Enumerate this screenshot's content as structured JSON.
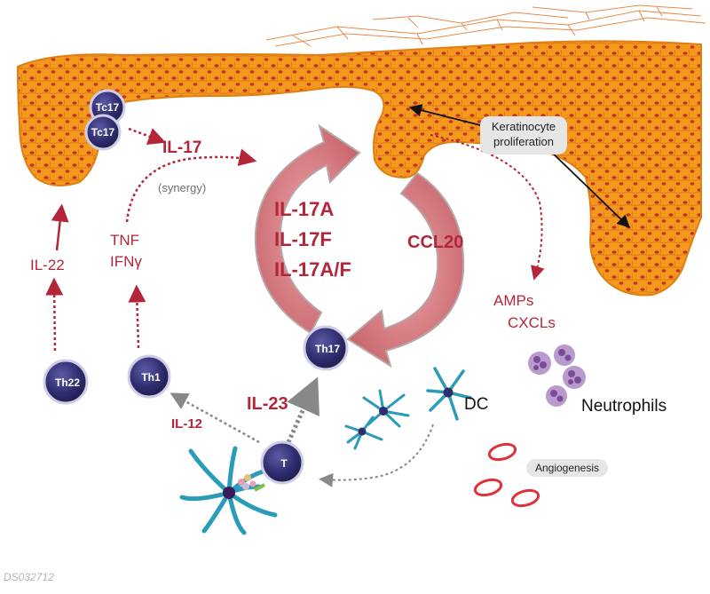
{
  "labels": {
    "il17_main": "IL-17",
    "synergy": "(synergy)",
    "il17a": "IL-17A",
    "il17f": "IL-17F",
    "il17af": "IL-17A/F",
    "ccl20": "CCL20",
    "tnf": "TNF",
    "ifng": "IFNγ",
    "il22": "IL-22",
    "il12": "IL-12",
    "il23": "IL-23",
    "amps": "AMPs",
    "cxcls": "CXCLs",
    "dc": "DC",
    "neutrophils": "Neutrophils",
    "keratinocyte_line1": "Keratinocyte",
    "keratinocyte_line2": "proliferation",
    "angiogenesis": "Angiogenesis",
    "code": "DS032712"
  },
  "cells": {
    "tc17_a": "Tc17",
    "tc17_b": "Tc17",
    "th22": "Th22",
    "th1": "Th1",
    "th17": "Th17",
    "t": "T"
  },
  "colors": {
    "skin_orange": "#f39a1e",
    "skin_dark": "#e07f14",
    "nucleus_red": "#c8302a",
    "cytokine_red": "#b3263a",
    "cell_navy": "#2f2d6e",
    "dc_teal": "#2a9bb8",
    "neutrophil_purple": "#9a6bb5",
    "vessel_red": "#e0303a",
    "cycle_arrow": "#d9868c"
  }
}
